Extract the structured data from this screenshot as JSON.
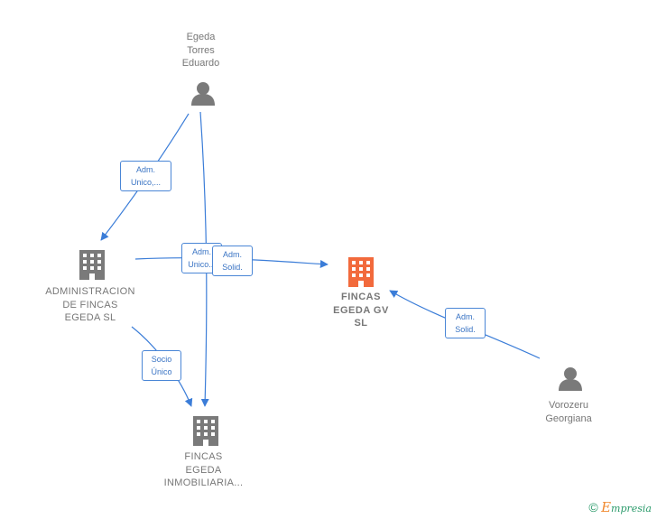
{
  "nodes": {
    "egeda_torres": {
      "label": "Egeda\nTorres\nEduardo",
      "type": "person",
      "icon": "person-icon"
    },
    "administracion": {
      "label": "ADMINISTRACION\nDE FINCAS\nEGEDA SL",
      "type": "company",
      "icon": "building-icon"
    },
    "fincas_gv": {
      "label": "FINCAS\nEGEDA GV\nSL",
      "type": "company",
      "icon": "building-icon",
      "highlighted": true
    },
    "fincas_inmobiliaria": {
      "label": "FINCAS\nEGEDA\nINMOBILIARIA...",
      "type": "company",
      "icon": "building-icon"
    },
    "vorozeru": {
      "label": "Vorozeru\nGeorgiana",
      "type": "person",
      "icon": "person-icon"
    }
  },
  "edges": [
    {
      "from": "egeda_torres",
      "to": "administracion",
      "label": "Adm.\nUnico,..."
    },
    {
      "from": "egeda_torres",
      "to": "fincas_inmobiliaria",
      "label": "Adm.\nUnico..."
    },
    {
      "from": "administracion",
      "to": "fincas_gv",
      "label": "Adm.\nSolid."
    },
    {
      "from": "administracion",
      "to": "fincas_inmobiliaria",
      "label": "Socio\nÚnico"
    },
    {
      "from": "vorozeru",
      "to": "fincas_gv",
      "label": "Adm.\nSolid."
    }
  ],
  "credit": {
    "copyright": "©",
    "brand_initial": "E",
    "brand_rest": "mpresia"
  },
  "colors": {
    "edge": "#3b7dd8",
    "edge_label_border": "#4a86d6",
    "node_icon": "#7a7a7a",
    "highlight_icon": "#f26a3c",
    "label_text": "#777777"
  }
}
